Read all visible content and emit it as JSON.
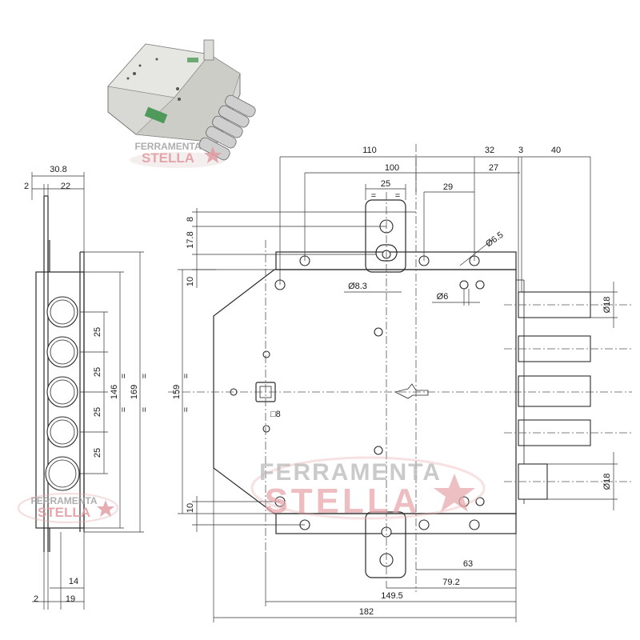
{
  "watermark": {
    "line1": "FERRAMENTA",
    "line2": "STELLA",
    "colors": {
      "gray": "#b9b9b9",
      "pink": "#e7a8ad"
    },
    "icon": "star-icon"
  },
  "side_view": {
    "dims": {
      "width": "30.8",
      "plate": "2",
      "body": "22",
      "pitch": [
        "25",
        "25",
        "25",
        "25"
      ],
      "bolt_span": "146",
      "height": "169",
      "foot_2": "2",
      "foot_19": "19",
      "foot_14": "14"
    },
    "bolt_count": 5
  },
  "front_view": {
    "dims": {
      "d110": "110",
      "d32": "32",
      "d3": "3",
      "d40": "40",
      "d100": "100",
      "d27": "27",
      "d25": "25",
      "d29": "29",
      "d8": "8",
      "d17_8": "17.8",
      "d10_top": "10",
      "d159": "159",
      "d10_bottom": "10",
      "d63": "63",
      "d79_2": "79.2",
      "d149_5": "149.5",
      "d182": "182"
    },
    "labels": {
      "hole_65": "Ø6.5",
      "hole_83": "Ø8.3",
      "hole_6": "Ø6",
      "bolt_18_top": "Ø18",
      "bolt_18_bottom": "Ø18",
      "square_8": "□8",
      "eq": "="
    }
  },
  "photo": {
    "label": "lock-photo",
    "colors": {
      "body": "#d8d8d4",
      "bolts": "#cfcfcf",
      "label_green": "#4f9a5a"
    }
  }
}
